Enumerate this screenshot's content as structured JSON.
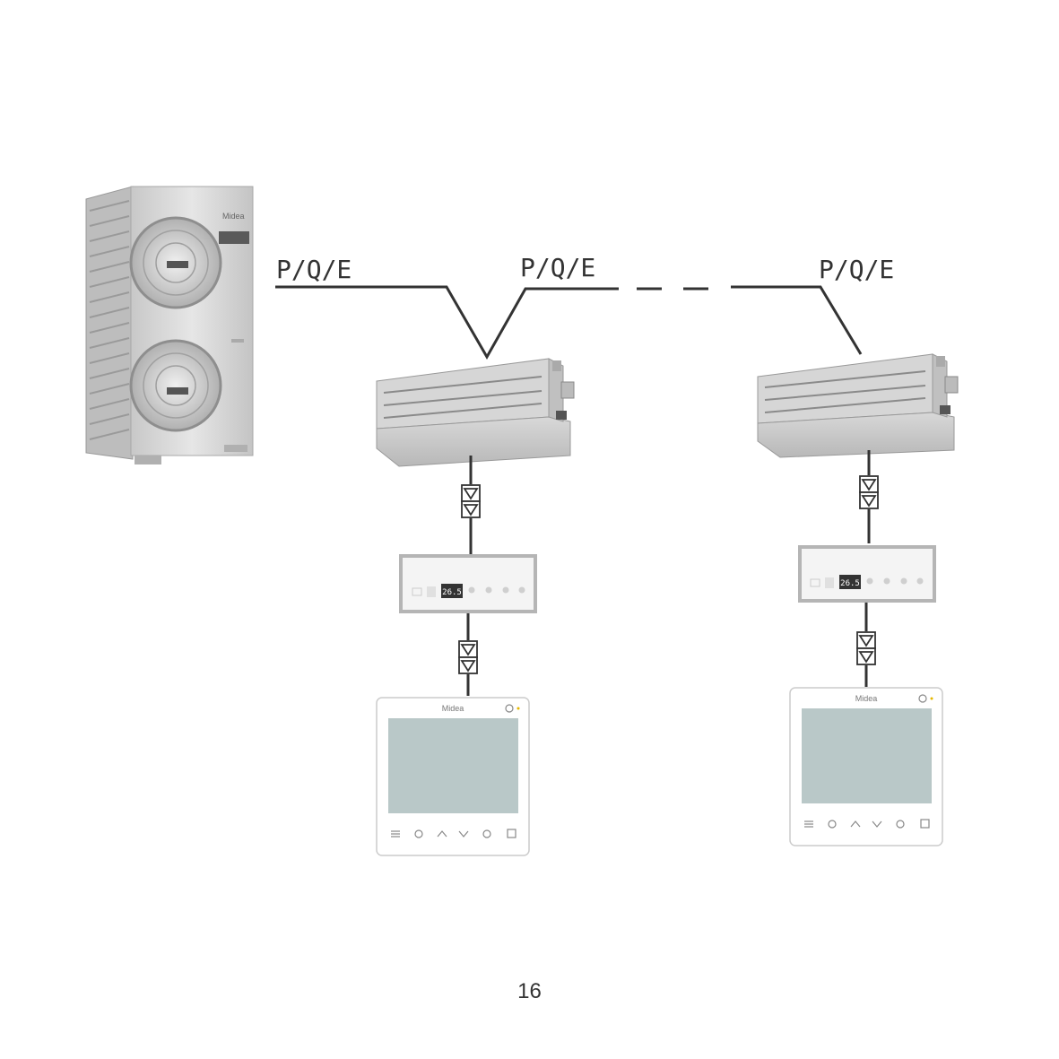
{
  "labels": {
    "bus_1": "P/Q/E",
    "bus_2": "P/Q/E",
    "bus_3": "P/Q/E"
  },
  "outdoor_unit": {
    "brand": "Midea"
  },
  "wired_controllers": [
    {
      "brand": "Midea"
    },
    {
      "brand": "Midea"
    }
  ],
  "receiver_panels": [
    {
      "display": "26.5"
    },
    {
      "display": "26.5"
    }
  ],
  "page": {
    "number": "16"
  },
  "colors": {
    "line": "#333333",
    "unit_body": "#dcdcdc",
    "screen": "#b9c8c8"
  }
}
